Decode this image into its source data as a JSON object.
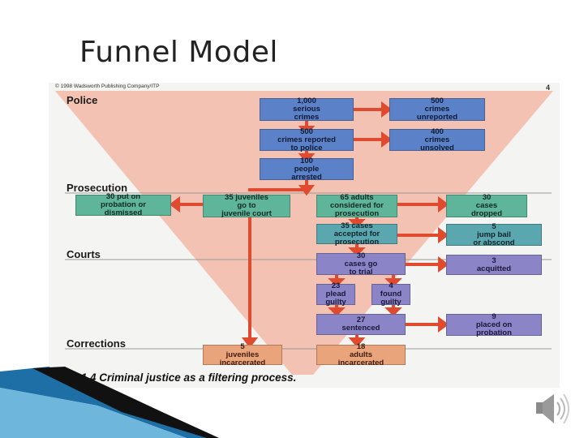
{
  "slide": {
    "title": "Funnel Model"
  },
  "figure": {
    "copyright": "© 1998 Wadsworth Publishing Company/ITP",
    "page_number": "4",
    "caption": "Fig. 1.4  Criminal justice as a filtering process.",
    "stages": {
      "police": "Police",
      "prosecution": "Prosecution",
      "courts": "Courts",
      "corrections": "Corrections"
    },
    "boxes": {
      "serious_crimes": "1,000\nserious\ncrimes",
      "unreported": "500\ncrimes\nunreported",
      "reported": "500\ncrimes reported\nto police",
      "unsolved": "400\ncrimes\nunsolved",
      "arrested": "100\npeople\narrested",
      "probation_dismissed": "30 put on\nprobation or\ndismissed",
      "juveniles_court": "35 juveniles\ngo to\njuvenile court",
      "adults_considered": "65 adults\nconsidered for\nprosecution",
      "cases_dropped": "30\ncases\ndropped",
      "accepted": "35 cases\naccepted for\nprosecution",
      "jump_bail": "5\njump bail\nor abscond",
      "trial": "30\ncases go\nto trial",
      "acquitted": "3\nacquitted",
      "plead_guilty": "23\nplead\nguilty",
      "found_guilty": "4\nfound\nguilty",
      "sentenced": "27\nsentenced",
      "placed_probation": "9\nplaced on\nprobation",
      "juveniles_incarcerated": "5\njuveniles\nincarcerated",
      "adults_incarcerated": "18\nadults\nincarcerated"
    },
    "colors": {
      "funnel": "#f2b8a8",
      "arrow": "#e04a2e",
      "police_box": "#5b82c8",
      "prosecution_box": "#5fb59a",
      "court_box": "#8b84c7",
      "corrections_box": "#eaa47c"
    }
  }
}
